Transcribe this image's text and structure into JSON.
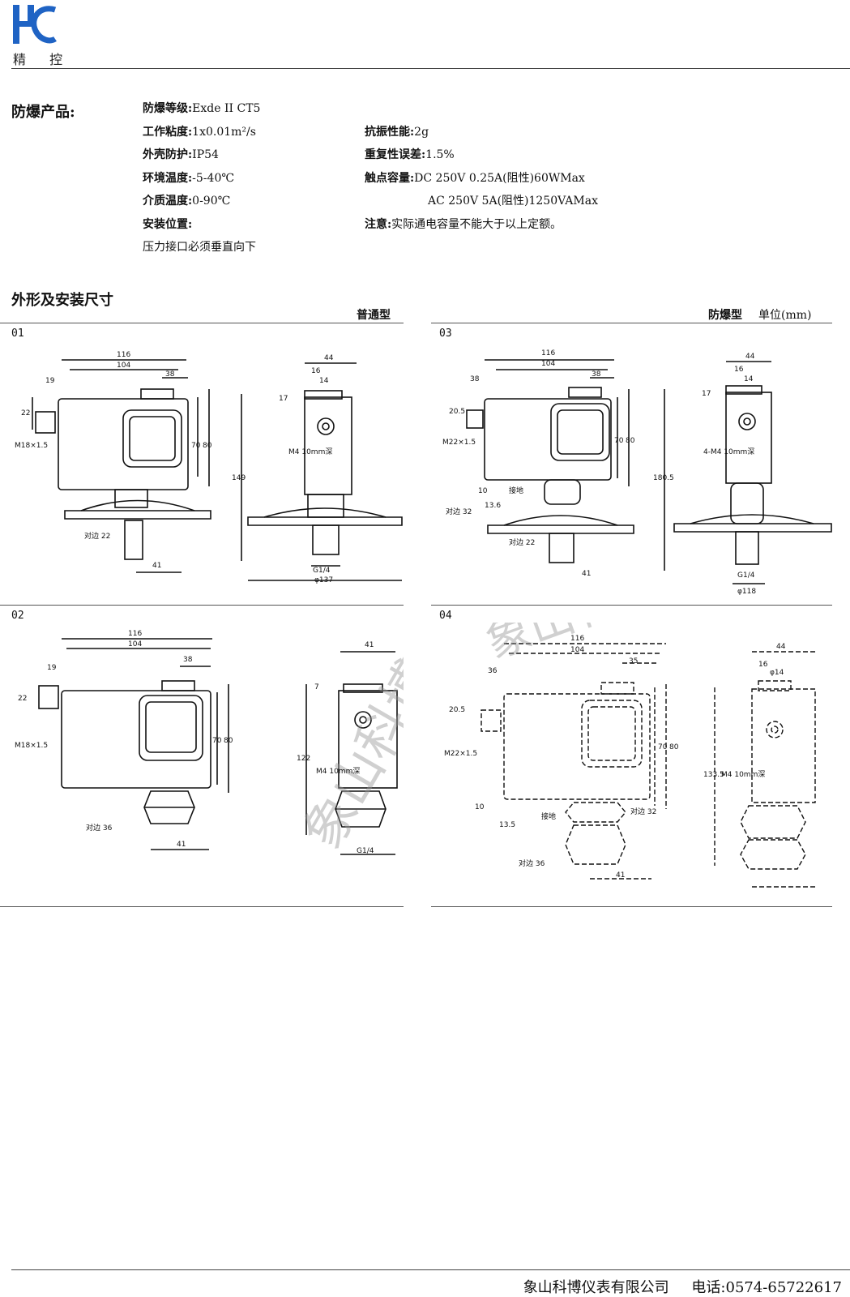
{
  "header": {
    "logo_letters": "HC",
    "logo_text": "精 控"
  },
  "specs": {
    "section_label": "防爆产品:",
    "rows": [
      {
        "k": "防爆等级:",
        "v": "Exde II CT5"
      },
      {
        "k": "工作粘度:",
        "v": "1x0.01m²/s"
      },
      {
        "k": "外壳防护:",
        "v": "IP54"
      },
      {
        "k": "环境温度:",
        "v": "-5-40℃"
      },
      {
        "k": "介质温度:",
        "v": "0-90℃"
      },
      {
        "k": "安装位置:",
        "v": ""
      },
      {
        "k": "",
        "v": "压力接口必须垂直向下"
      }
    ],
    "right_rows": [
      {
        "k": "抗振性能:",
        "v": "2g"
      },
      {
        "k": "重复性误差:",
        "v": "1.5%"
      },
      {
        "k": "触点容量:",
        "v": "DC 250V 0.25A(阻性)60WMax"
      },
      {
        "k": "",
        "v": "AC 250V 5A(阻性)1250VAMax"
      },
      {
        "k": "注意:",
        "v": "实际通电容量不能大于以上定额。"
      }
    ]
  },
  "dimensions": {
    "title": "外形及安装尺寸",
    "normal_label": "普通型",
    "explosion_label": "防爆型",
    "unit_label": "单位(mm)",
    "figures": [
      {
        "id": "01",
        "labels": {
          "w_total": "116",
          "w_inner": "104",
          "w_top": "38",
          "h_left": "22",
          "thread": "M18×1.5",
          "h_a": "70",
          "h_b": "80",
          "hex": "对边 22",
          "base": "41",
          "side_w": "44",
          "side_a": "16",
          "side_b": "14",
          "side_h": "149",
          "side_c": "17",
          "screw": "M4 10mm深",
          "port": "G1/4",
          "dia": "φ137",
          "left_small": "19"
        }
      },
      {
        "id": "03",
        "labels": {
          "w_total": "116",
          "w_inner": "104",
          "w_top": "38",
          "h_left": "20.5",
          "thread": "M22×1.5",
          "h_a": "70",
          "h_b": "80",
          "hex": "对边 22",
          "base": "41",
          "side_w": "44",
          "side_a": "16",
          "side_b": "14",
          "side_h": "180.5",
          "side_c": "17",
          "screw": "4-M4 10mm深",
          "port": "G1/4",
          "dia": "φ118",
          "left_small": "38",
          "gnd": "接地",
          "hex2": "对边 32",
          "h10": "10",
          "d136": "13.6"
        }
      },
      {
        "id": "02",
        "labels": {
          "w_total": "116",
          "w_inner": "104",
          "w_top": "38",
          "h_left": "22",
          "thread": "M18×1.5",
          "h_a": "70",
          "h_b": "80",
          "hex": "对边 36",
          "base": "41",
          "side_w": "41",
          "side_h": "122",
          "side_c": "7",
          "screw": "M4 10mm深",
          "port": "G1/4",
          "left_small": "19"
        }
      },
      {
        "id": "04",
        "labels": {
          "w_total": "116",
          "w_inner": "104",
          "w_top": "35",
          "h_left": "20.5",
          "thread": "M22×1.5",
          "h_a": "70",
          "h_b": "80",
          "hex": "对边 36",
          "base": "41",
          "side_w": "44",
          "side_a": "16",
          "side_b": "φ14",
          "side_h": "133.5",
          "screw": "M4 10mm深",
          "left_small": "36",
          "gnd": "接地",
          "hex2": "对边 32",
          "h10": "10",
          "d135": "13.5"
        }
      }
    ],
    "watermark": "象山科博仪表有限公司"
  },
  "footer": {
    "company": "象山科博仪表有限公司",
    "phone": "电话:0574-65722617"
  }
}
